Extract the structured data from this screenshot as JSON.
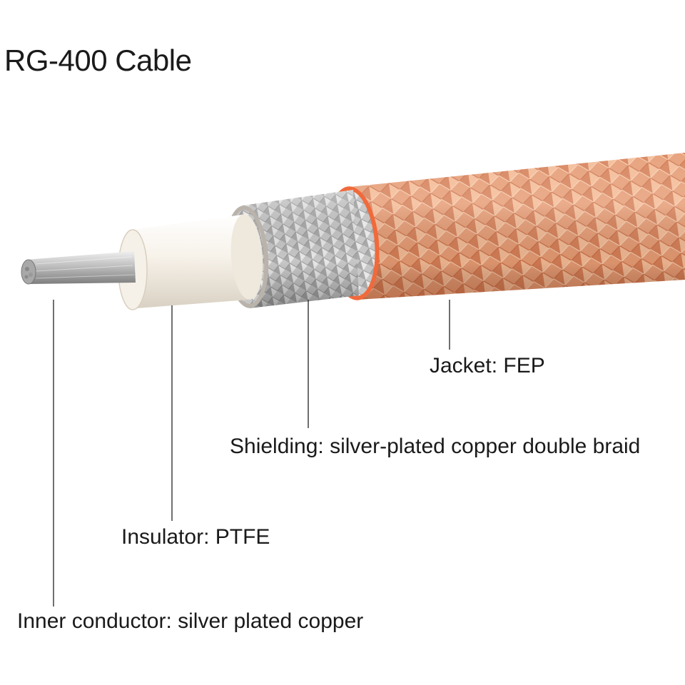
{
  "title": "RG-400 Cable",
  "labels": {
    "jacket": "Jacket: FEP",
    "shielding": "Shielding: silver-plated copper double braid",
    "insulator": "Insulator: PTFE",
    "inner_conductor": "Inner conductor: silver plated copper"
  },
  "colors": {
    "jacket": "#e0825a",
    "jacket_edge": "#f06a3c",
    "shield": "#c9c9c9",
    "insulator": "#f4efe6",
    "conductor": "#b8b8b8",
    "leader_line": "#333333"
  }
}
